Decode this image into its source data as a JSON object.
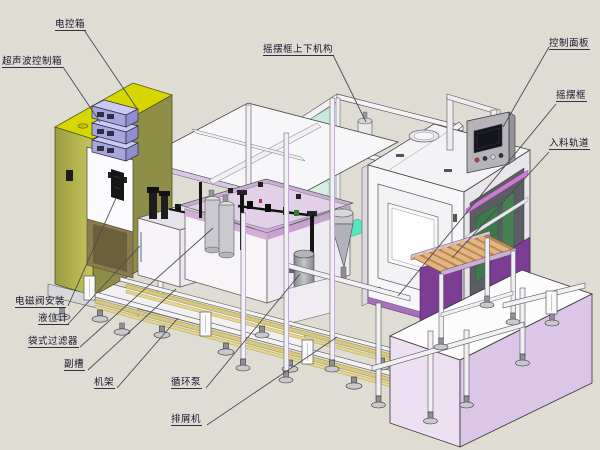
{
  "diagram": {
    "labels": [
      {
        "id": "electric-control-box",
        "text": "电控箱"
      },
      {
        "id": "ultrasonic-control-box",
        "text": "超声波控制箱"
      },
      {
        "id": "swing-frame-lift-mechanism",
        "text": "摇摆框上下机构"
      },
      {
        "id": "control-panel",
        "text": "控制面板"
      },
      {
        "id": "swing-frame",
        "text": "摇摆框"
      },
      {
        "id": "feed-track",
        "text": "入料轨道"
      },
      {
        "id": "solenoid-valve-mount",
        "text": "电磁阀安装"
      },
      {
        "id": "liquid-level-gauge",
        "text": "液位计"
      },
      {
        "id": "bag-filter",
        "text": "袋式过滤器"
      },
      {
        "id": "auxiliary-tank",
        "text": "副槽"
      },
      {
        "id": "machine-frame",
        "text": "机架"
      },
      {
        "id": "circulation-pump",
        "text": "循环泵"
      },
      {
        "id": "chip-conveyor",
        "text": "排屑机"
      }
    ],
    "colors": {
      "background": "#dfddd3",
      "cabinet_yellow_top": "#d6d600",
      "cabinet_olive_side": "#adad52",
      "cabinet_dark_side": "#8e8e48",
      "ultrasonic_box_purple": "#a6a6dd",
      "glass_teal": "#c6ecdc",
      "glass_teal_bright": "#52e5bc",
      "interior_green": "#3c7a4c",
      "magenta_bar": "#cf7ad2",
      "purple_panel": "#7c3d94",
      "roller_tan": "#e4b57e",
      "stripe_khaki": "#d8c87a",
      "big_box_lavender": "#dcc6e8",
      "label_text": "#15152f",
      "leader_line": "#4c4c54"
    }
  }
}
